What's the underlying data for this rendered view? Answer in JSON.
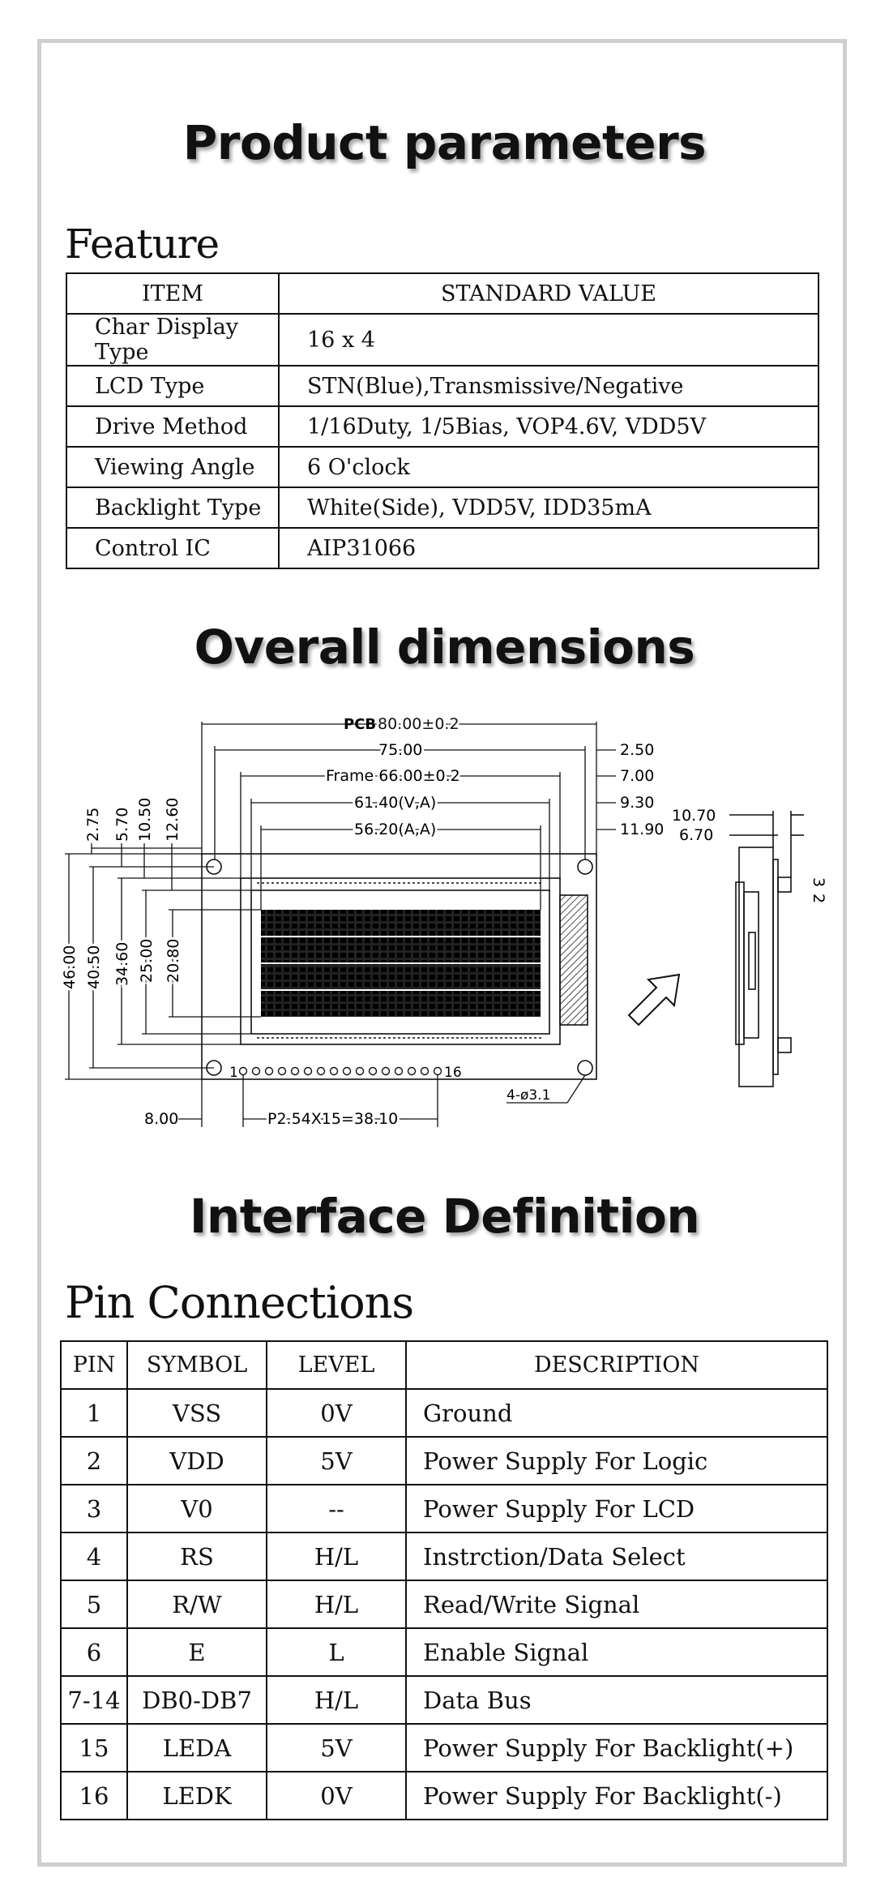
{
  "headings": {
    "product": "Product parameters",
    "overall": "Overall dimensions",
    "interface": "Interface Definition"
  },
  "feature": {
    "title": "Feature",
    "header": [
      "ITEM",
      "STANDARD VALUE"
    ],
    "rows": [
      [
        "Char Display Type",
        "16 x 4"
      ],
      [
        "LCD Type",
        "STN(Blue),Transmissive/Negative"
      ],
      [
        "Drive Method",
        "1/16Duty, 1/5Bias, VOP4.6V, VDD5V"
      ],
      [
        "Viewing Angle",
        "6 O'clock"
      ],
      [
        "Backlight Type",
        "White(Side), VDD5V, IDD35mA"
      ],
      [
        "Control IC",
        "AIP31066"
      ]
    ]
  },
  "drawing": {
    "pcb": "PCB",
    "pcb_dim": "80.00±0.2",
    "w75": "75.00",
    "frame": "Frame 66.00±0.2",
    "va": "61.40(V,A)",
    "aa": "56.20(A,A)",
    "r250": "2.50",
    "r700": "7.00",
    "r930": "9.30",
    "r1190": "11.90",
    "v275": "2.75",
    "v570": "5.70",
    "v1050": "10.50",
    "v1260": "12.60",
    "h4600": "46.00",
    "h4050": "40.50",
    "h3460": "34.60",
    "h2500": "25.00",
    "h2080": "20.80",
    "side1070": "10.70",
    "side670": "6.70",
    "side3": "3",
    "side2": "2",
    "pin1": "1",
    "pin16": "16",
    "d800": "8.00",
    "pitch": "P2.54X15=38.10",
    "holes": "4-ø3.1"
  },
  "pins": {
    "title": "Pin Connections",
    "header": [
      "PIN",
      "SYMBOL",
      "LEVEL",
      "DESCRIPTION"
    ],
    "rows": [
      [
        "1",
        "VSS",
        "0V",
        "Ground"
      ],
      [
        "2",
        "VDD",
        "5V",
        "Power Supply For Logic"
      ],
      [
        "3",
        "V0",
        "--",
        "Power Supply For LCD"
      ],
      [
        "4",
        "RS",
        "H/L",
        "Instrction/Data Select"
      ],
      [
        "5",
        "R/W",
        "H/L",
        "Read/Write Signal"
      ],
      [
        "6",
        "E",
        "L",
        "Enable Signal"
      ],
      [
        "7-14",
        "DB0-DB7",
        "H/L",
        "Data Bus"
      ],
      [
        "15",
        "LEDA",
        "5V",
        "Power Supply For Backlight(+)"
      ],
      [
        "16",
        "LEDK",
        "0V",
        "Power Supply For Backlight(-)"
      ]
    ]
  }
}
